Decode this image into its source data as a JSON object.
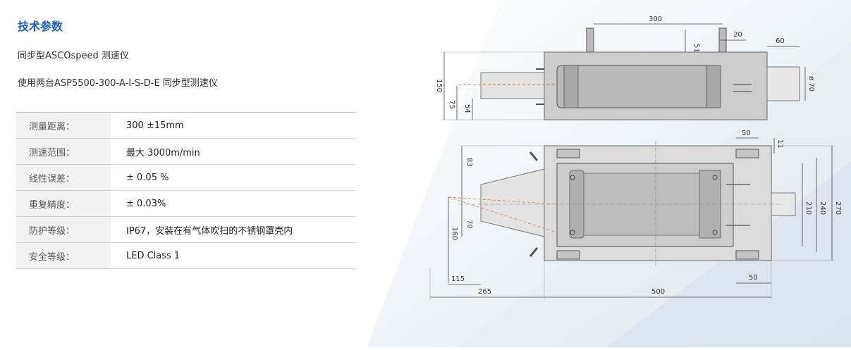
{
  "heading": "技术参数",
  "subtitle1": "同步型ASCOspeed 测速仪",
  "subtitle2": "使用两台ASP5500-300-A-I-S-D-E 同步型测速仪",
  "params": [
    {
      "key": "测量距离：",
      "value": "300 ±15mm"
    },
    {
      "key": "测速范围：",
      "value": "最大 3000m/min"
    },
    {
      "key": "线性误差：",
      "value": "± 0.05 %"
    },
    {
      "key": "重复精度：",
      "value": "± 0.03%"
    },
    {
      "key": "防护等级：",
      "value": "IP67，安装在有气体吹扫的不锈钢罩壳内"
    },
    {
      "key": "安全等级：",
      "value": "LED Class 1"
    }
  ],
  "dimensions": {
    "top_view": {
      "d300": "300",
      "d20": "20",
      "d60": "60",
      "d51": "51",
      "d150": "150",
      "d75": "75",
      "d54": "54",
      "dia70": "ø 70"
    },
    "bottom_view": {
      "d50_top": "50",
      "d11": "11",
      "d83": "83",
      "d70": "70",
      "d160": "160",
      "d210": "210",
      "d240": "240",
      "d270": "270",
      "d50_bottom": "50",
      "d115": "115",
      "d265": "265",
      "d500": "500"
    }
  },
  "colors": {
    "heading": "#1d5fb3",
    "table_key_bg": "#f2f2f2",
    "housing_fill": "#c9c9c9",
    "sensor_fill": "#b3b3b3",
    "dim_line": "#444444",
    "laser": "#e07b3a"
  }
}
